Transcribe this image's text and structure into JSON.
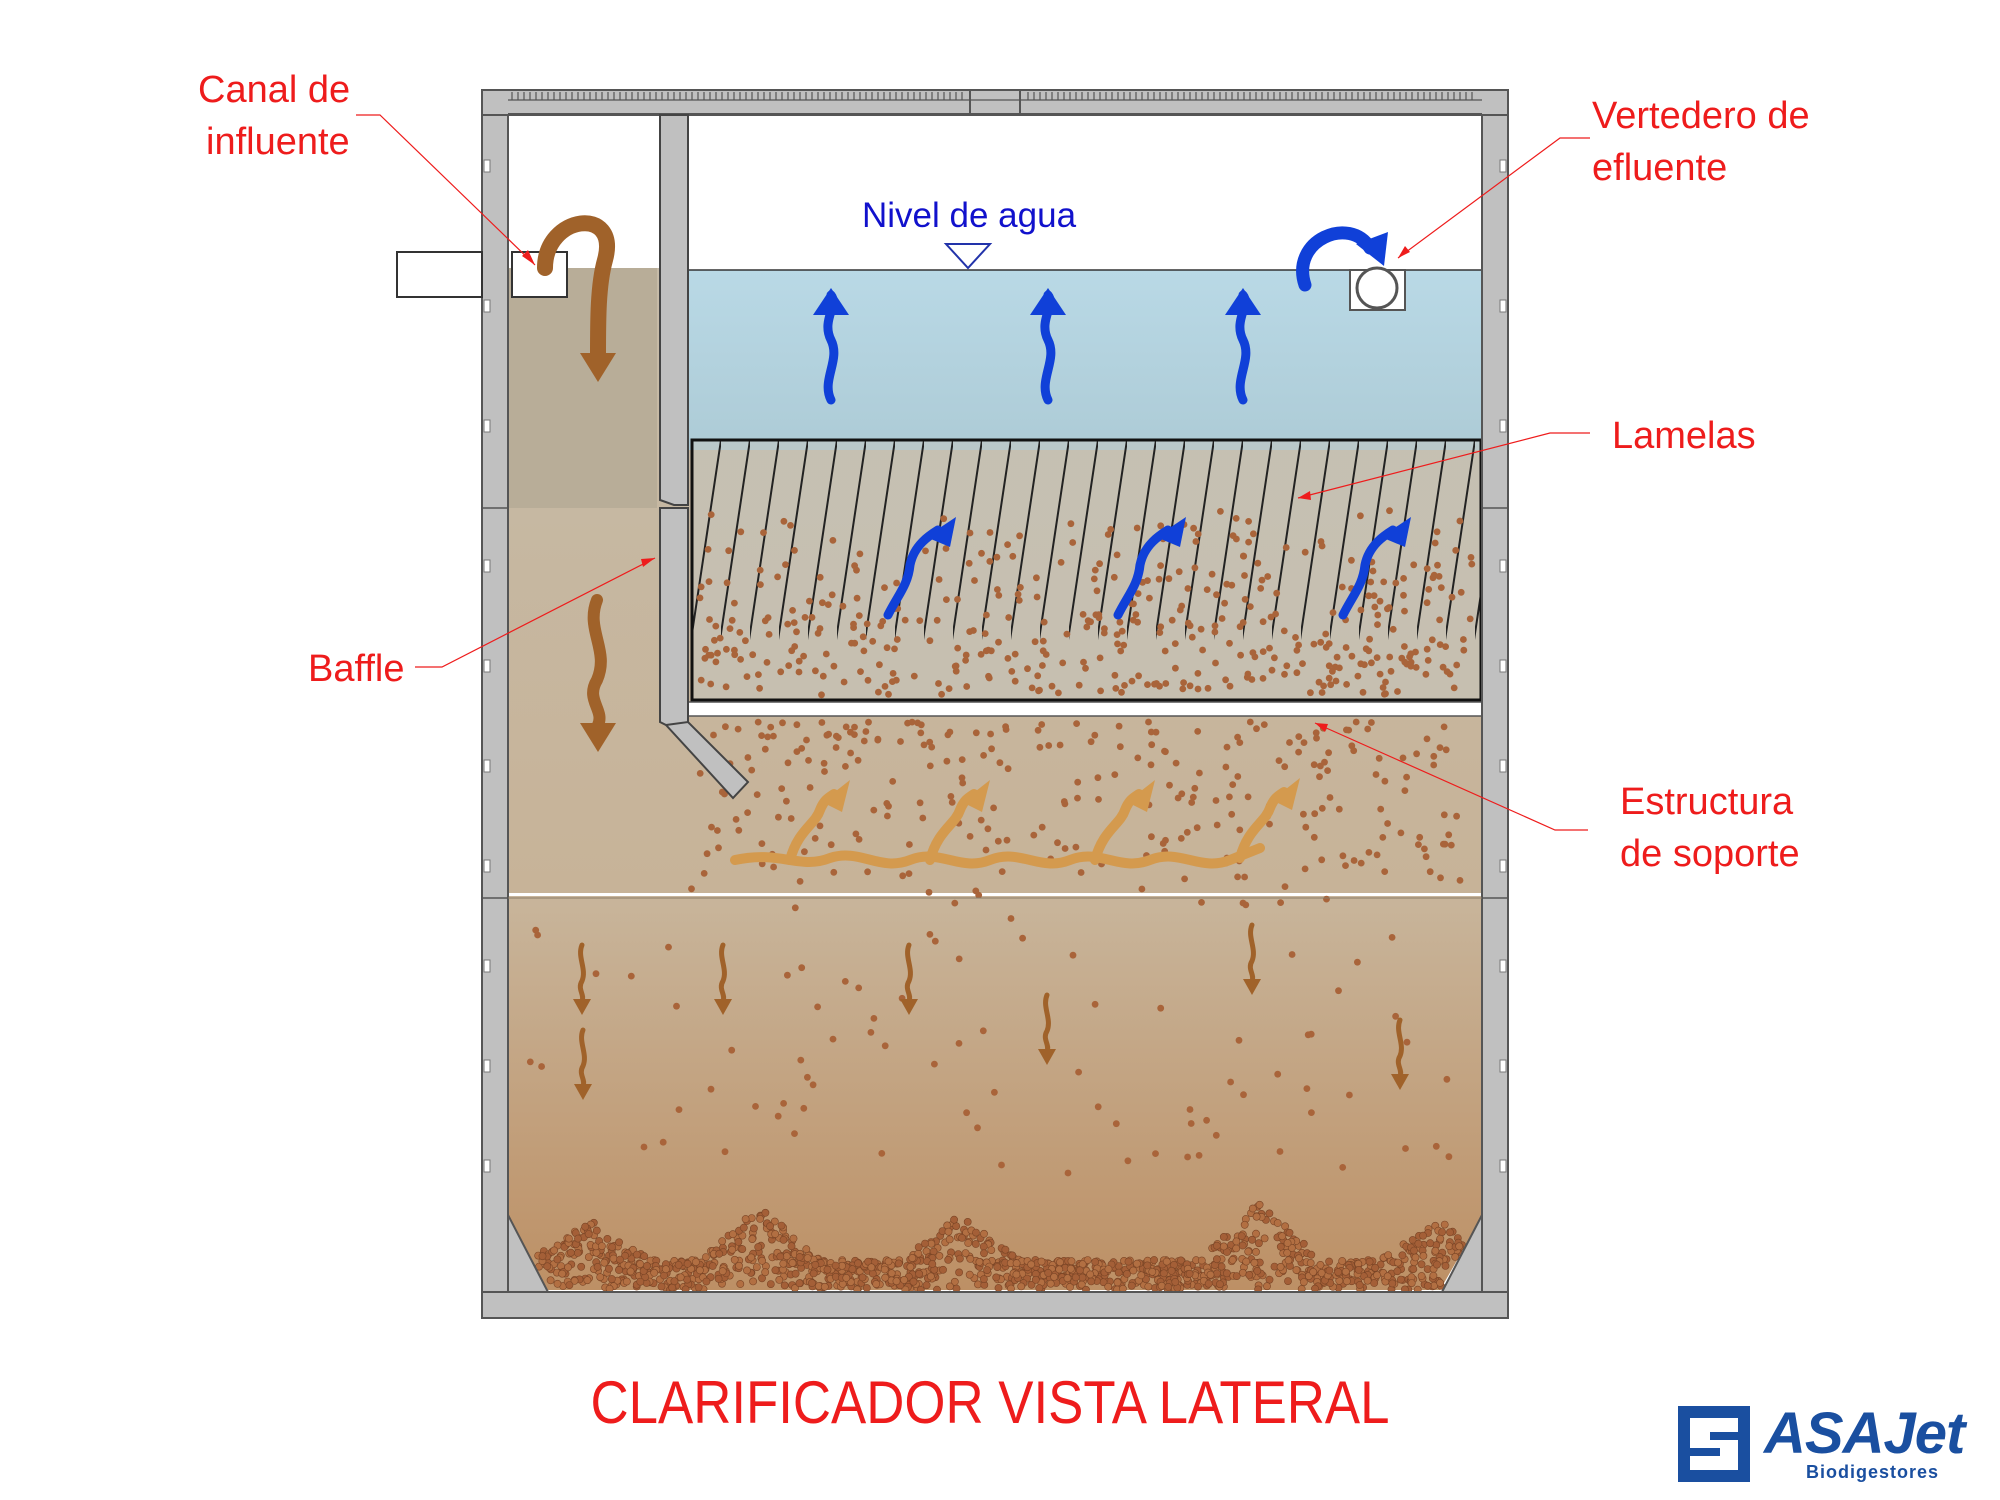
{
  "title": "CLARIFICADOR  VISTA LATERAL",
  "water_level_label": "Nivel de agua",
  "labels": {
    "canal": [
      "Canal de",
      "influente"
    ],
    "vertedero": [
      "Vertedero de",
      "efluente"
    ],
    "lamelas": "Lamelas",
    "baffle": "Baffle",
    "estructura": [
      "Estructura",
      "de soporte"
    ]
  },
  "logo": {
    "name": "ASAJet",
    "subtitle": "Biodigestores"
  },
  "colors": {
    "label_red": "#ee1c1c",
    "water_blue": "#1111cc",
    "arrow_blue": "#1040d8",
    "sludge_arrow": "#a0622a",
    "flow_arrow": "#d49a4e",
    "particle": "#a9643a",
    "wall_gray": "#c0c0c0"
  },
  "icons": [
    "flow-arrow-icon",
    "water-level-triangle-icon",
    "effluent-pipe-icon",
    "logo-mark-icon"
  ]
}
